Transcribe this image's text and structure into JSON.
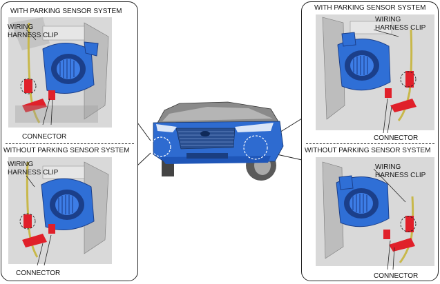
{
  "colors": {
    "fog_light_blue": "#2f6fd6",
    "fog_light_dark": "#1b3f8a",
    "connector_red": "#e0202a",
    "harness_yellow": "#c8b84a",
    "bumper_blue": "#2e6bd0",
    "background_gray": "#d8d8d8"
  },
  "left_panel": {
    "top_title": "WITH PARKING SENSOR SYSTEM",
    "top_harness_clip": [
      "WIRING",
      "HARNESS CLIP"
    ],
    "top_connector": "CONNECTOR",
    "bottom_title": "WITHOUT PARKING SENSOR SYSTEM",
    "bottom_harness_clip": [
      "WIRING",
      "HARNESS CLIP"
    ],
    "bottom_connector": "CONNECTOR"
  },
  "right_panel": {
    "top_title": "WITH PARKING SENSOR SYSTEM",
    "top_harness_clip": [
      "WIRING",
      "HARNESS CLIP"
    ],
    "top_connector": "CONNECTOR",
    "bottom_title": "WITHOUT PARKING SENSOR SYSTEM",
    "bottom_harness_clip": [
      "WIRING",
      "HARNESS CLIP"
    ],
    "bottom_connector": "CONNECTOR"
  }
}
